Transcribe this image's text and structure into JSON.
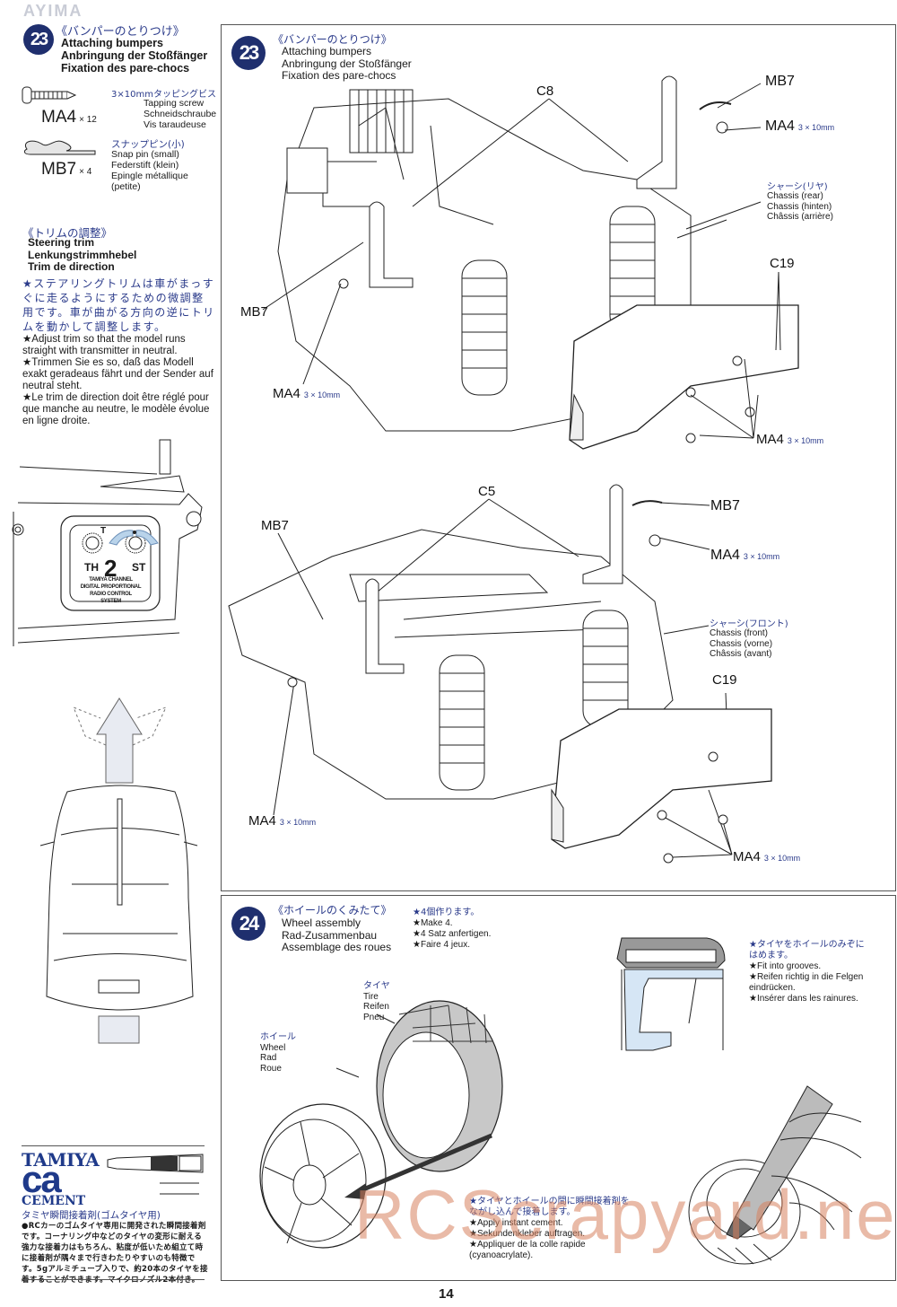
{
  "page": {
    "number": "14",
    "header_ghost": "AYIMA",
    "watermark": "RCScrapyard.net"
  },
  "sidebar": {
    "step23": {
      "number": "23",
      "title_jp": "《バンパーのとりつけ》",
      "title_en": "Attaching bumpers",
      "title_de": "Anbringung der Stoßfänger",
      "title_fr": "Fixation des pare-chocs"
    },
    "parts": [
      {
        "code": "MA4",
        "qty": "× 12",
        "spec_jp": "3×10mmタッピングビス",
        "en": "Tapping screw",
        "de": "Schneidschraube",
        "fr": "Vis taraudeuse",
        "icon": "tapping-screw-icon"
      },
      {
        "code": "MB7",
        "qty": "× 4",
        "spec_jp": "スナップピン(小)",
        "en": "Snap pin (small)",
        "de": "Federstift (klein)",
        "fr": "Epingle métallique (petite)",
        "icon": "snap-pin-icon"
      }
    ],
    "trim": {
      "title_jp": "《トリムの調整》",
      "title_en": "Steering trim",
      "title_de": "Lenkungstrimmhebel",
      "title_fr": "Trim de direction",
      "note_jp": "★ステアリングトリムは車がまっすぐに走るようにするための微調整用です。車が曲がる方向の逆にトリムを動かして調整します。",
      "note_en": "★Adjust trim so that the model runs straight with transmitter in neutral.",
      "note_de": "★Trimmen Sie es so, daß das Modell exakt geradeaus fährt und der Sender auf neutral steht.",
      "note_fr": "★Le trim de direction doit être réglé pour que manche au neutre, le modèle évolue en ligne droite."
    },
    "transmitter": {
      "th": "TH",
      "st": "ST",
      "t": "T",
      "channel_num": "2",
      "line1": "TAMIYA   CHANNEL",
      "line2": "DIGITAL PROPORTIONAL",
      "line3": "RADIO CONTROL",
      "line4": "SYSTEM"
    },
    "cement_ad": {
      "brand": "TAMIYA",
      "logo": "ca",
      "product": "CEMENT",
      "title_jp": "タミヤ瞬間接着剤(ゴムタイヤ用)",
      "body_jp": "●RCカーのゴムタイヤ専用に開発された瞬間接着剤です。コーナリング中などのタイヤの変形に耐える強力な接着力はもちろん、粘度が低いため組立て時に接着剤が隅々まで行きわたりやすいのも特徴です。5gアルミチューブ入りで、約20本のタイヤを接着することができます。マイクロノズル2本付き。"
    }
  },
  "step23": {
    "number": "23",
    "title_jp": "《バンパーのとりつけ》",
    "title_en": "Attaching bumpers",
    "title_de": "Anbringung der Stoßfänger",
    "title_fr": "Fixation des pare-chocs",
    "rear": {
      "c8": "C8",
      "mb7_right": "MB7",
      "ma4_right": "MA4",
      "ma4_right_spec": "3 × 10mm",
      "chassis_jp": "シャーシ(リヤ)",
      "chassis_en": "Chassis (rear)",
      "chassis_de": "Chassis (hinten)",
      "chassis_fr": "Châssis (arrière)",
      "c19": "C19",
      "mb7_left": "MB7",
      "ma4_left": "MA4",
      "ma4_left_spec": "3 × 10mm",
      "ma4_bottom": "MA4",
      "ma4_bottom_spec": "3 × 10mm"
    },
    "front": {
      "c5": "C5",
      "mb7_left": "MB7",
      "mb7_right": "MB7",
      "ma4_right": "MA4",
      "ma4_right_spec": "3 × 10mm",
      "chassis_jp": "シャーシ(フロント)",
      "chassis_en": "Chassis (front)",
      "chassis_de": "Chassis (vorne)",
      "chassis_fr": "Châssis (avant)",
      "c19": "C19",
      "ma4_left": "MA4",
      "ma4_left_spec": "3 × 10mm",
      "ma4_bottom": "MA4",
      "ma4_bottom_spec": "3 × 10mm"
    }
  },
  "step24": {
    "number": "24",
    "title_jp": "《ホイールのくみたて》",
    "title_en": "Wheel assembly",
    "title_de": "Rad-Zusammenbau",
    "title_fr": "Assemblage des roues",
    "make_jp": "★4個作ります。",
    "make_en": "★Make 4.",
    "make_de": "★4 Satz anfertigen.",
    "make_fr": "★Faire 4 jeux.",
    "tire_jp": "タイヤ",
    "tire_en": "Tire",
    "tire_de": "Reifen",
    "tire_fr": "Pneu",
    "wheel_jp": "ホイール",
    "wheel_en": "Wheel",
    "wheel_de": "Rad",
    "wheel_fr": "Roue",
    "groove_jp": "★タイヤをホイールのみぞにはめます。",
    "groove_en": "★Fit into grooves.",
    "groove_de": "★Reifen richtig in die Felgen eindrücken.",
    "groove_fr": "★Insérer dans les rainures.",
    "cement_jp": "★タイヤとホイールの間に瞬間接着剤をながし込んで接着します。",
    "cement_en": "★Apply instant cement.",
    "cement_de": "★Sekundenkleber auftragen.",
    "cement_fr": "★Appliquer de la colle rapide",
    "cement_fr2": "(cyanoacrylate)."
  }
}
